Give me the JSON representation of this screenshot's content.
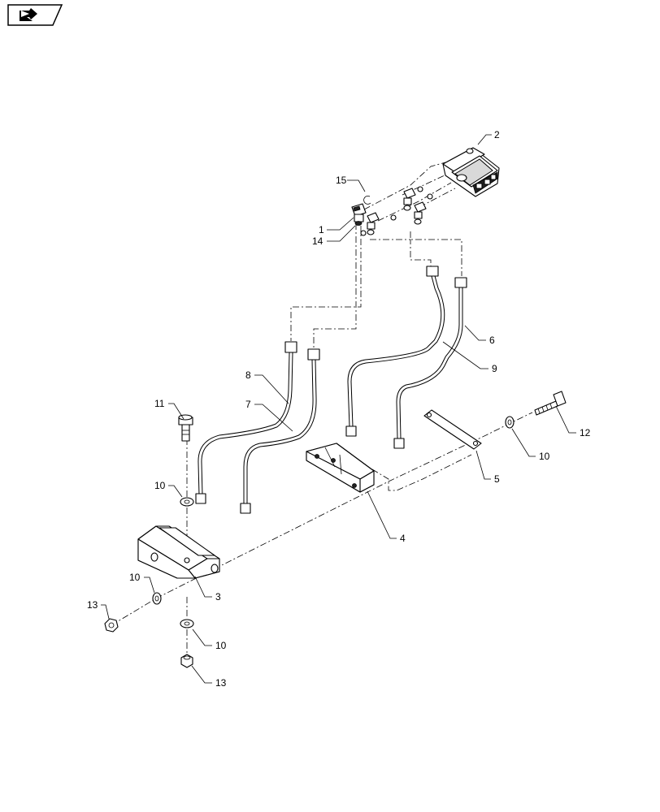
{
  "nav_icon": "back-arrow-icon",
  "callouts": {
    "c1": "1",
    "c2": "2",
    "c3": "3",
    "c4": "4",
    "c5": "5",
    "c6": "6",
    "c7": "7",
    "c8": "8",
    "c9": "9",
    "c10a": "10",
    "c10b": "10",
    "c10c": "10",
    "c10d": "10",
    "c11": "11",
    "c12": "12",
    "c13a": "13",
    "c13b": "13",
    "c14": "14",
    "c15": "15"
  }
}
